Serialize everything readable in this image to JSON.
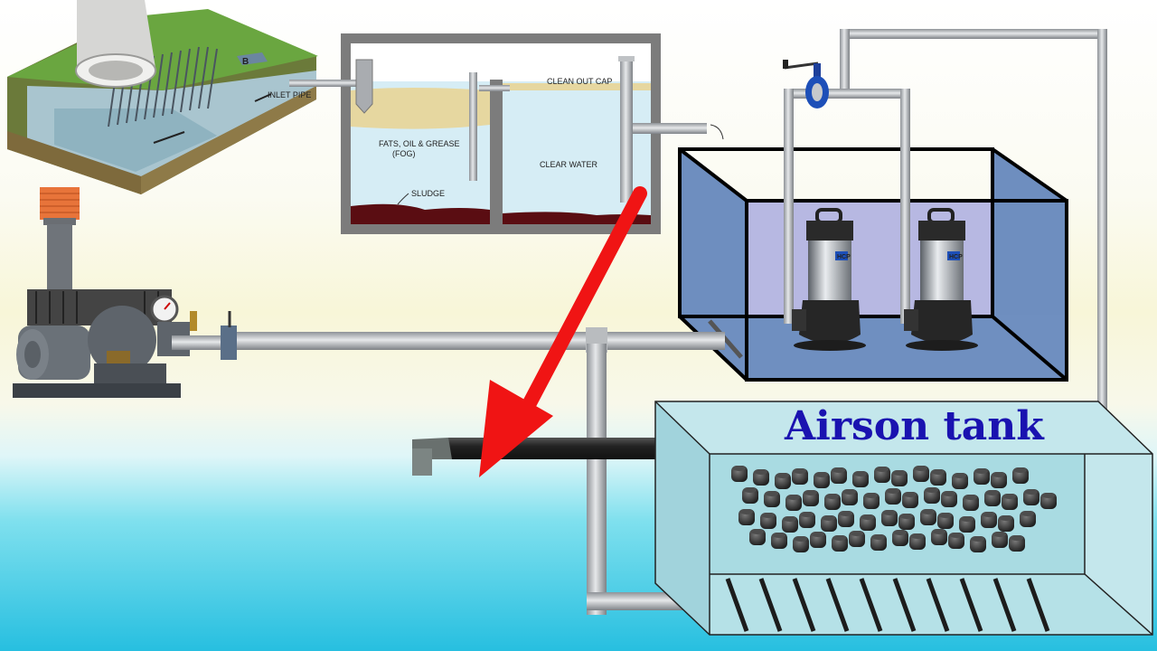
{
  "diagram": {
    "trap_labels": {
      "inlet_pipe": "INLET PIPE",
      "fog": "FATS, OIL & GREASE",
      "fog_abbr": "(FOG)",
      "sludge": "SLUDGE",
      "clean_out_cap": "CLEAN OUT CAP",
      "clear_water": "CLEAR WATER"
    },
    "screen_marker": "B",
    "pump_brand": "HCP",
    "airson_tank_title": "Airson tank",
    "colors": {
      "arrow": "#f01414",
      "title": "#1a12b0",
      "pump_tank": "#6f8fc0",
      "airson_tank": "#a9dde6",
      "pipe": "#a9acb0",
      "sludge": "#5a0d12",
      "grease": "#e6d7a0"
    },
    "icons": [
      "bar-screen-icon",
      "grease-trap-icon",
      "butterfly-valve-icon",
      "submersible-pump-icon",
      "roots-blower-icon",
      "flow-arrow-icon",
      "bio-media-icon",
      "diffuser-icon"
    ]
  }
}
